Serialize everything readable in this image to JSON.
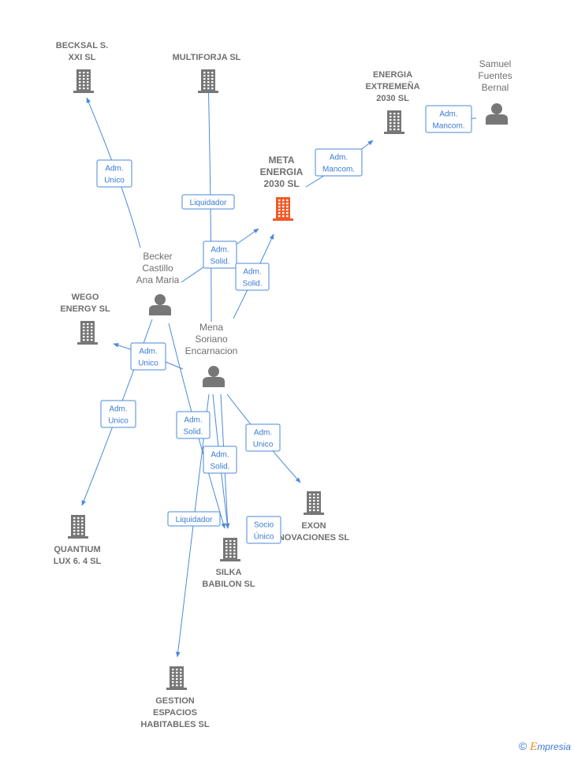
{
  "nodes": [
    {
      "id": "becksal",
      "type": "company",
      "lines": [
        "BECKSAL S.",
        "XXI SL"
      ],
      "color": "#777777"
    },
    {
      "id": "multiforja",
      "type": "company",
      "lines": [
        "MULTIFORJA SL"
      ],
      "color": "#777777"
    },
    {
      "id": "energia",
      "type": "company",
      "lines": [
        "ENERGIA",
        "EXTREMEÑA",
        "2030  SL"
      ],
      "color": "#777777"
    },
    {
      "id": "samuel",
      "type": "person",
      "lines": [
        "Samuel",
        "Fuentes",
        "Bernal"
      ],
      "color": "#777777"
    },
    {
      "id": "meta",
      "type": "company",
      "main": true,
      "lines": [
        "META",
        "ENERGIA",
        "2030  SL"
      ],
      "color": "#f05a28"
    },
    {
      "id": "becker",
      "type": "person",
      "lines": [
        "Becker",
        "Castillo",
        "Ana Maria"
      ],
      "color": "#777777"
    },
    {
      "id": "wego",
      "type": "company",
      "lines": [
        "WEGO",
        "ENERGY  SL"
      ],
      "color": "#777777"
    },
    {
      "id": "mena",
      "type": "person",
      "lines": [
        "Mena",
        "Soriano",
        "Encarnacion"
      ],
      "color": "#777777"
    },
    {
      "id": "exon",
      "type": "company",
      "lines": [
        "EXON",
        "NOVACIONES SL"
      ],
      "color": "#777777"
    },
    {
      "id": "quantium",
      "type": "company",
      "lines": [
        "QUANTIUM",
        "LUX 6. 4  SL"
      ],
      "color": "#777777"
    },
    {
      "id": "silka",
      "type": "company",
      "lines": [
        "SILKA",
        "BABILON SL"
      ],
      "color": "#777777"
    },
    {
      "id": "gestion",
      "type": "company",
      "lines": [
        "GESTION",
        "ESPACIOS",
        "HABITABLES SL"
      ],
      "color": "#777777"
    }
  ],
  "edges": [
    {
      "id": "e1",
      "from": "becker",
      "to": "becksal",
      "label": [
        "Adm.",
        "Unico"
      ]
    },
    {
      "id": "e2",
      "from": "mena",
      "to": "multiforja",
      "label": [
        "Liquidador"
      ]
    },
    {
      "id": "e3",
      "from": "samuel",
      "to": "energia",
      "label": [
        "Adm.",
        "Mancom."
      ]
    },
    {
      "id": "e4",
      "from": "meta",
      "to": "energia",
      "label": [
        "Adm.",
        "Mancom."
      ]
    },
    {
      "id": "e5",
      "from": "becker",
      "to": "meta",
      "label": [
        "Adm.",
        "Solid."
      ]
    },
    {
      "id": "e6",
      "from": "mena",
      "to": "meta",
      "label": [
        "Adm.",
        "Solid."
      ]
    },
    {
      "id": "e7",
      "from": "mena",
      "to": "wego",
      "label": [
        "Adm.",
        "Unico"
      ]
    },
    {
      "id": "e8",
      "from": "becker",
      "to": "quantium",
      "label": [
        "Adm.",
        "Unico"
      ]
    },
    {
      "id": "e9",
      "from": "becker",
      "to": "silka",
      "label": [
        "Adm.",
        "Solid."
      ]
    },
    {
      "id": "e10",
      "from": "mena",
      "to": "silka",
      "label": [
        "Adm.",
        "Solid."
      ]
    },
    {
      "id": "e11",
      "from": "mena",
      "to": "exon",
      "label": [
        "Adm.",
        "Unico"
      ]
    },
    {
      "id": "e12",
      "from": "mena",
      "to": "silka",
      "label": [
        "Socio",
        "Único"
      ]
    },
    {
      "id": "e13",
      "from": "mena",
      "to": "gestion",
      "label": [
        "Liquidador"
      ]
    }
  ],
  "brand": {
    "copyright": "©",
    "initial": "E",
    "name": "mpresia"
  }
}
